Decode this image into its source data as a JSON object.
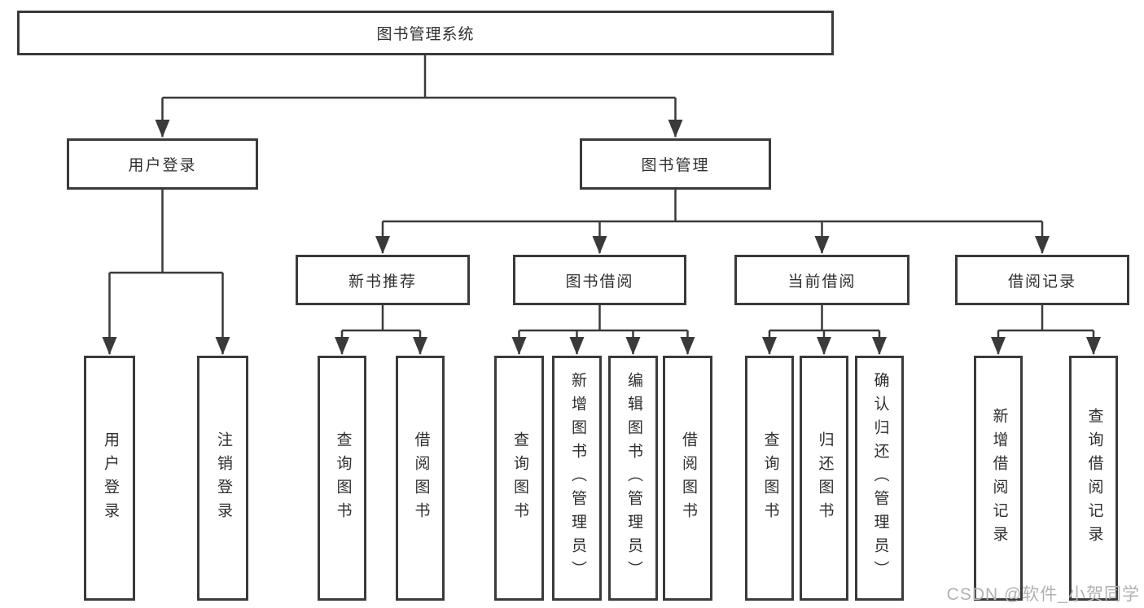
{
  "colors": {
    "line": "#3a3a3a",
    "box_border": "#3a3a3a",
    "text": "#2f2f2f",
    "watermark": "#b3b0b0",
    "background": "#ffffff"
  },
  "watermark": {
    "text": "CSDN @软件_小贺同学"
  },
  "tree": {
    "root": {
      "label": "图书管理系统"
    },
    "branches": [
      {
        "label": "用户登录",
        "children": [
          {
            "label": "用户登录"
          },
          {
            "label": "注销登录"
          }
        ]
      },
      {
        "label": "图书管理",
        "children": [
          {
            "label": "新书推荐",
            "children": [
              {
                "label": "查询图书"
              },
              {
                "label": "借阅图书"
              }
            ]
          },
          {
            "label": "图书借阅",
            "children": [
              {
                "label": "查询图书"
              },
              {
                "label": "新增图书（管理员）"
              },
              {
                "label": "编辑图书（管理员）"
              },
              {
                "label": "借阅图书"
              }
            ]
          },
          {
            "label": "当前借阅",
            "children": [
              {
                "label": "查询图书"
              },
              {
                "label": "归还图书"
              },
              {
                "label": "确认归还（管理员）"
              }
            ]
          },
          {
            "label": "借阅记录",
            "children": [
              {
                "label": "新增借阅记录"
              },
              {
                "label": "查询借阅记录"
              }
            ]
          }
        ]
      }
    ]
  }
}
